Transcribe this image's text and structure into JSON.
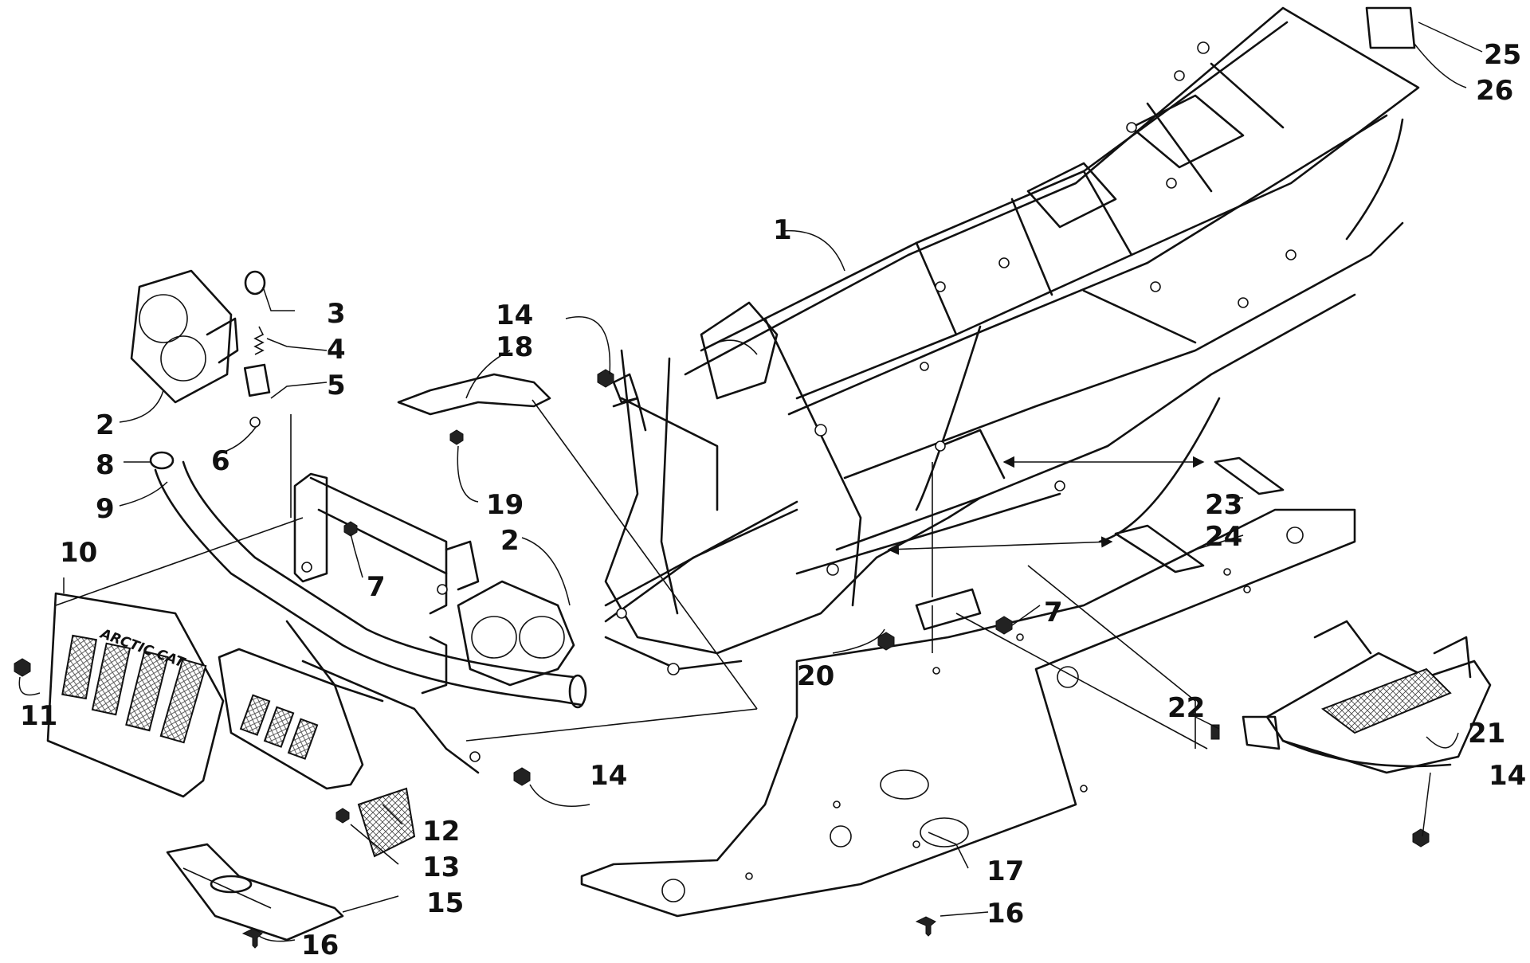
{
  "diagram": {
    "callouts": {
      "c1": "1",
      "c2a": "2",
      "c2b": "2",
      "c3": "3",
      "c4": "4",
      "c5": "5",
      "c6": "6",
      "c7a": "7",
      "c7b": "7",
      "c8": "8",
      "c9": "9",
      "c10": "10",
      "c11": "11",
      "c12": "12",
      "c13": "13",
      "c14a": "14",
      "c14b": "14",
      "c14c": "14",
      "c15": "15",
      "c16a": "16",
      "c16b": "16",
      "c17": "17",
      "c18": "18",
      "c19": "19",
      "c20": "20",
      "c21": "21",
      "c22": "22",
      "c23": "23",
      "c24": "24",
      "c25": "25",
      "c26": "26"
    },
    "grille_logo": "ARCTIC CAT"
  }
}
